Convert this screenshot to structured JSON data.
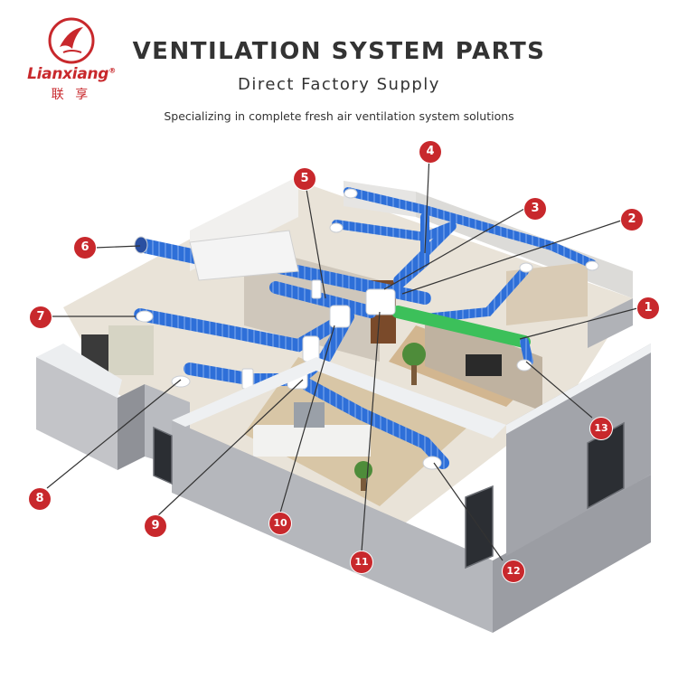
{
  "brand": {
    "name_en": "Lianxiang",
    "name_cn": "联 享",
    "registered_mark": "®",
    "color": "#c8282c"
  },
  "header": {
    "title": "VENTILATION SYSTEM PARTS",
    "subtitle": "Direct Factory Supply",
    "tagline": "Specializing in complete fresh air ventilation system solutions"
  },
  "colors": {
    "duct_blue": "#2e6fd8",
    "duct_ring": "#ffffff",
    "green_duct": "#3cc05a",
    "marker_red": "#c8282c",
    "wall_grey": "#a7a9b0"
  },
  "markers": [
    {
      "label": "1"
    },
    {
      "label": "2"
    },
    {
      "label": "3"
    },
    {
      "label": "4"
    },
    {
      "label": "5"
    },
    {
      "label": "6"
    },
    {
      "label": "7"
    },
    {
      "label": "8"
    },
    {
      "label": "9"
    },
    {
      "label": "10"
    },
    {
      "label": "11"
    },
    {
      "label": "12"
    },
    {
      "label": "13"
    }
  ]
}
